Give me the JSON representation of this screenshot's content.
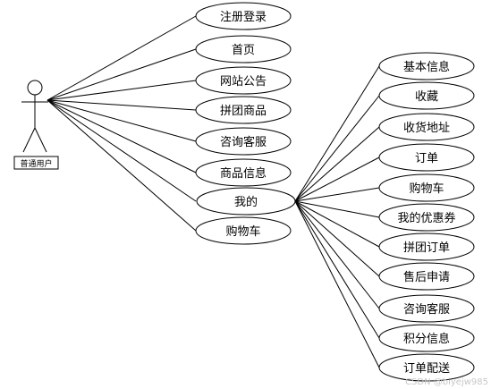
{
  "actor": {
    "label": "普通用户"
  },
  "left_use_cases": [
    "注册登录",
    "首页",
    "网站公告",
    "拼团商品",
    "咨询客服",
    "商品信息",
    "我的",
    "购物车"
  ],
  "mine_use_cases": [
    "基本信息",
    "收藏",
    "收货地址",
    "订单",
    "购物车",
    "我的优惠券",
    "拼团订单",
    "售后申请",
    "咨询客服",
    "积分信息",
    "订单配送"
  ],
  "watermark": "CSDN @biyejw985"
}
